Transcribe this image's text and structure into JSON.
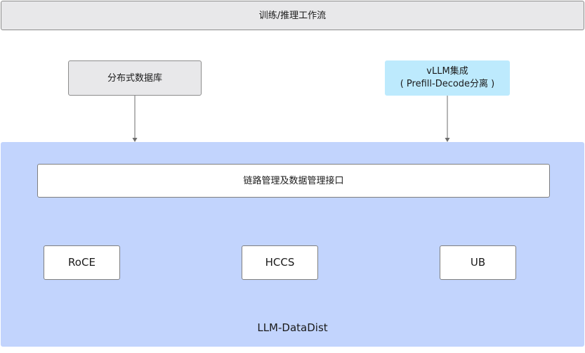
{
  "top_bar": {
    "label": "训练/推理工作流"
  },
  "distributed_db": {
    "label": "分布式数据库"
  },
  "vllm": {
    "line1": "vLLM集成",
    "line2": "( Prefill-Decode分离 )"
  },
  "main_panel": {
    "title": "LLM-DataDist",
    "interface": {
      "label": "链路管理及数据管理接口"
    },
    "protocols": [
      {
        "label": "RoCE"
      },
      {
        "label": "HCCS"
      },
      {
        "label": "UB"
      }
    ]
  },
  "colors": {
    "gray_box": "#e8e8ea",
    "vllm_box": "#bdeafd",
    "main_panel": "#c2d4fd",
    "border": "#8c8c8c",
    "arrow": "#6e6e6e"
  }
}
